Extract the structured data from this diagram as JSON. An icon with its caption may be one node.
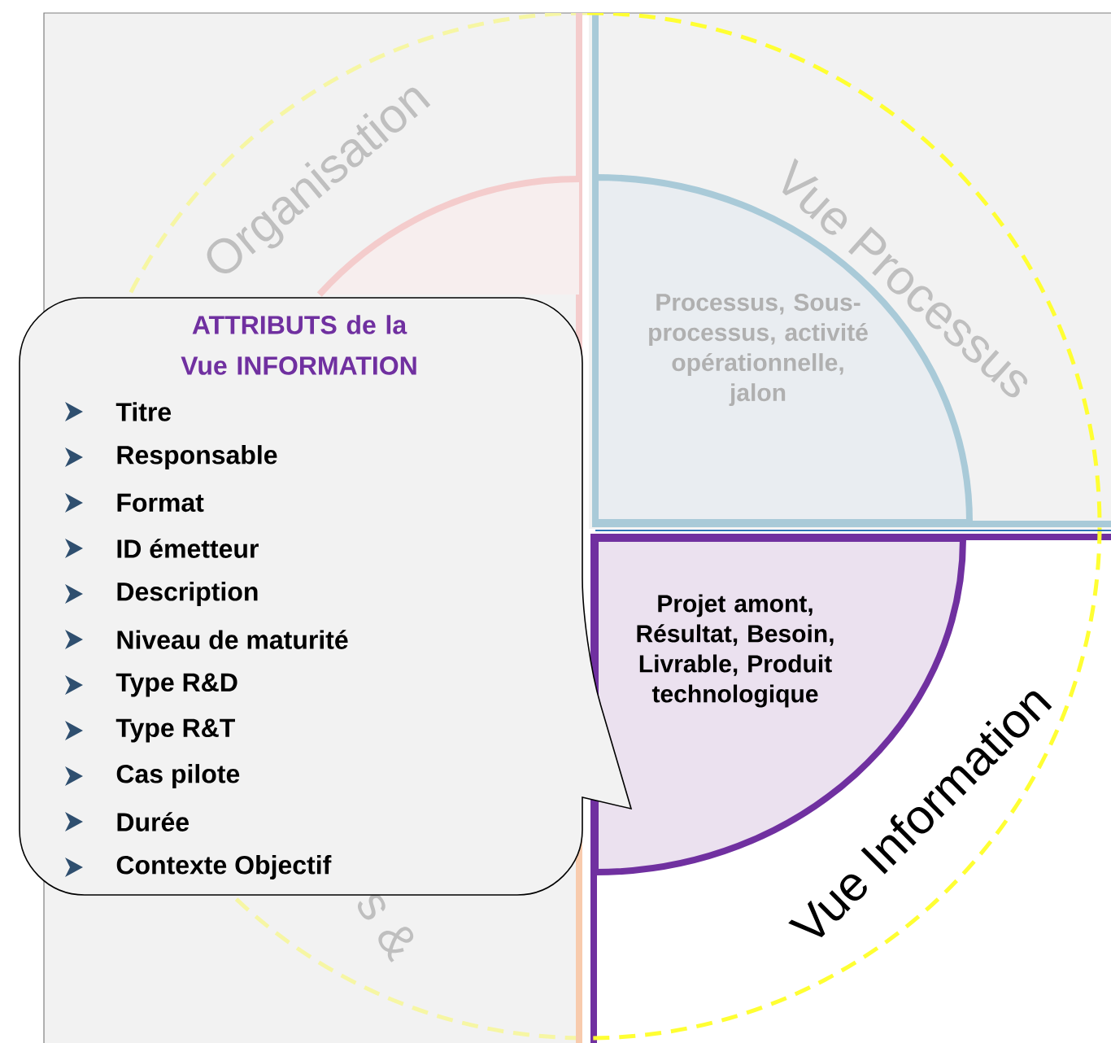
{
  "diagram": {
    "nodes": [
      {
        "text": [
          "Organisation"
        ]
      },
      {
        "text": [],
        "shape": "sector"
      },
      {
        "text": [
          "Vue Processus"
        ]
      },
      {
        "text": [
          "Processus, Sous-processus, activité opérationnelle, jalon"
        ],
        "in": 2
      },
      {
        "text": [
          "Vue Information"
        ]
      },
      {
        "text": [
          "Projet amont, Résultat, Besoin, Livrable, Produit technologique"
        ],
        "in": 4
      },
      {
        "text": [
          "s &"
        ]
      },
      {
        "text": [
          "ATTRIBUTS de la Vue INFORMATION",
          "Titre",
          "Responsable",
          "Format",
          "ID émetteur",
          "Description",
          "Niveau  de maturité",
          "Type R&D",
          "Type R&T",
          "Cas pilote",
          "Durée",
          "Contexte Objectif"
        ]
      }
    ]
  }
}
